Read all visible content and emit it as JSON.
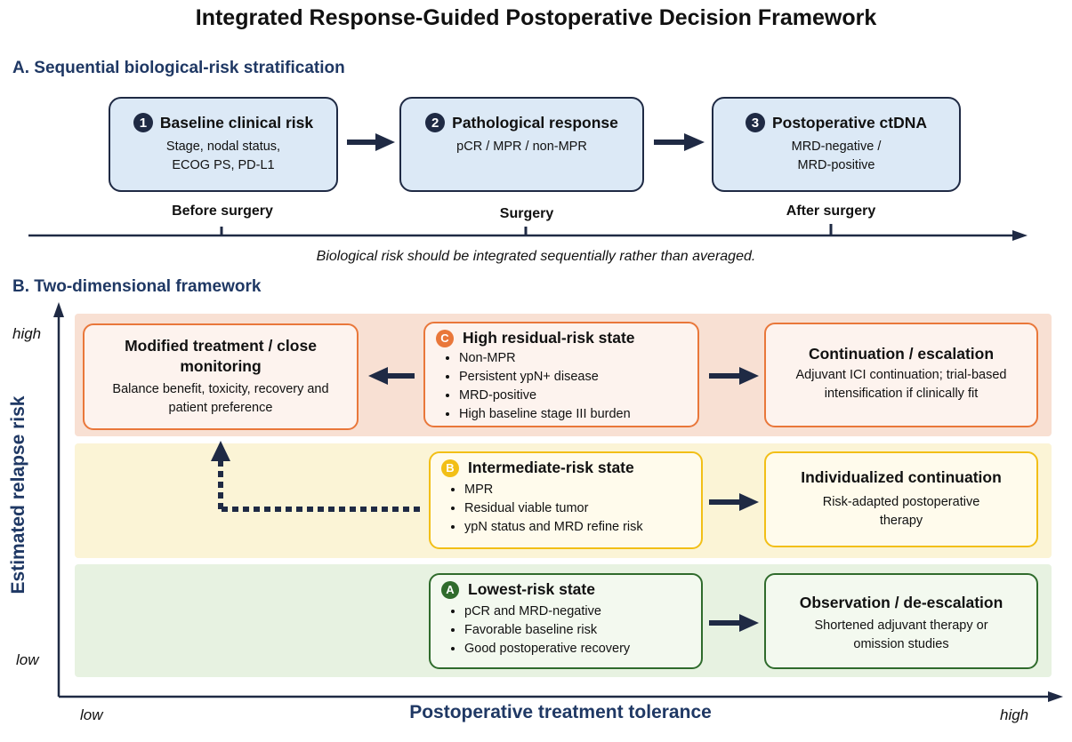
{
  "title": "Integrated Response-Guided Postoperative Decision Framework",
  "section_a": {
    "heading": "A. Sequential biological-risk stratification",
    "steps": [
      {
        "num": "1",
        "title": "Baseline clinical risk",
        "lines": [
          "Stage, nodal status,",
          "ECOG PS, PD-L1"
        ]
      },
      {
        "num": "2",
        "title": "Pathological response",
        "lines": [
          "pCR / MPR / non-MPR"
        ]
      },
      {
        "num": "3",
        "title": "Postoperative ctDNA",
        "lines": [
          "MRD-negative /",
          "MRD-positive"
        ]
      }
    ],
    "timeline": [
      "Before surgery",
      "Surgery",
      "After surgery"
    ],
    "note": "Biological risk should be integrated sequentially rather than averaged."
  },
  "section_b": {
    "heading": "B. Two-dimensional framework",
    "y_axis": {
      "label": "Estimated relapse risk",
      "high": "high",
      "low": "low"
    },
    "x_axis": {
      "label": "Postoperative treatment tolerance",
      "low": "low",
      "high": "high"
    },
    "modified": {
      "title": "Modified treatment / close monitoring",
      "desc": "Balance benefit, toxicity, recovery and patient preference"
    },
    "states": [
      {
        "badge": "C",
        "title": "High residual-risk state",
        "points": [
          "Non-MPR",
          "Persistent ypN+ disease",
          "MRD-positive",
          "High baseline stage III burden"
        ]
      },
      {
        "badge": "B",
        "title": "Intermediate-risk state",
        "points": [
          "MPR",
          "Residual viable tumor",
          "ypN status and MRD refine risk"
        ]
      },
      {
        "badge": "A",
        "title": "Lowest-risk state",
        "points": [
          "pCR and MRD-negative",
          "Favorable baseline risk",
          "Good postoperative recovery"
        ]
      }
    ],
    "outcomes": [
      {
        "title": "Continuation / escalation",
        "desc": "Adjuvant ICI continuation; trial-based intensification if clinically fit"
      },
      {
        "title": "Individualized continuation",
        "desc": "Risk-adapted postoperative therapy"
      },
      {
        "title": "Observation / de-escalation",
        "desc": "Shortened adjuvant therapy or omission studies"
      }
    ]
  },
  "colors": {
    "navy": "#1f2a44",
    "high_band": "#f8e0d3",
    "high_border": "#e9773a",
    "mid_band": "#fbf4d6",
    "mid_border": "#f2bf17",
    "low_band": "#e7f2e1",
    "low_border": "#2f6b2c"
  }
}
